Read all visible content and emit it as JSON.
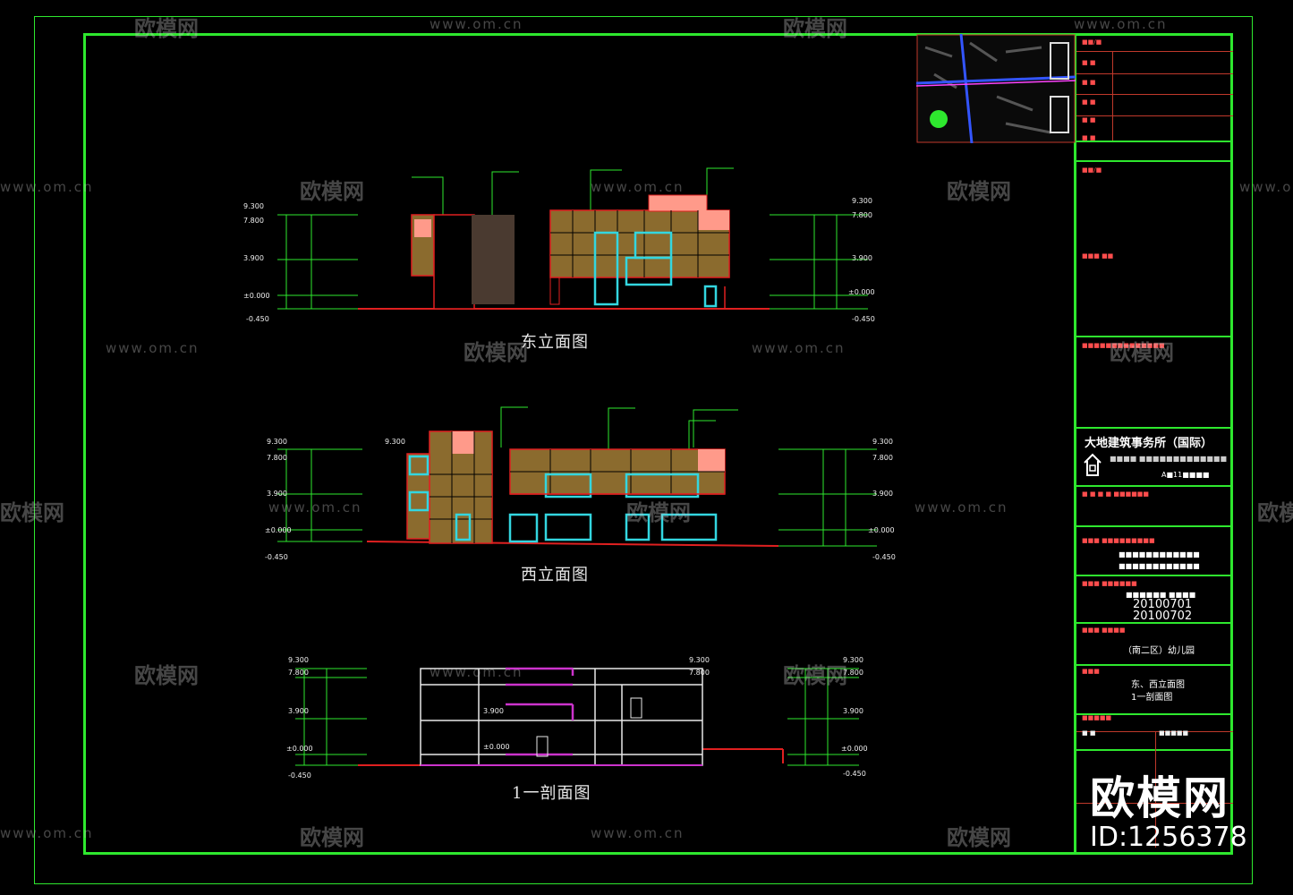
{
  "drawings": {
    "east_title": "东立面图",
    "west_title": "西立面图",
    "section_title": "1一剖面图"
  },
  "elevations": {
    "top1": "9.300",
    "top2": "7.800",
    "mid": "3.900",
    "ground": "±0.000",
    "below": "-0.450"
  },
  "title_block": {
    "office": "大地建筑事务所（国际）",
    "sheet_name": "（南二区）幼儿园",
    "drawing_lines": [
      "东、西立面图",
      "1一剖面图"
    ],
    "project_codes": [
      "20100701",
      "20100702"
    ]
  },
  "watermark": {
    "brand": "欧模网",
    "url": "www.om.cn",
    "id": "ID:1256378"
  },
  "colors": {
    "frame": "#2ee82e",
    "facade": "#8b6b2e",
    "window": "#33d6e0",
    "accent": "#ff9a8a",
    "line": "#e02020"
  }
}
